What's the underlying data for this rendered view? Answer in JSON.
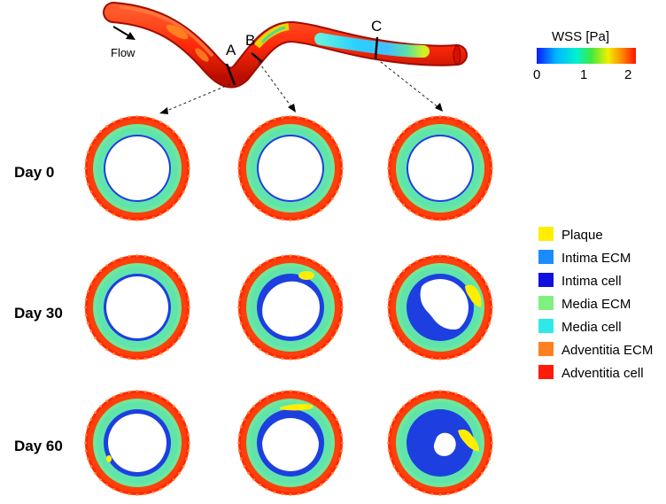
{
  "flow_label": "Flow",
  "sections": [
    "A",
    "B",
    "C"
  ],
  "wss": {
    "title": "WSS [Pa]",
    "ticks": [
      "0",
      "1",
      "2"
    ]
  },
  "rows": [
    {
      "label": "Day 0"
    },
    {
      "label": "Day 30"
    },
    {
      "label": "Day 60"
    }
  ],
  "legend": [
    {
      "label": "Plaque",
      "color": "#ffee00"
    },
    {
      "label": "Intima ECM",
      "color": "#1a8cff"
    },
    {
      "label": "Intima cell",
      "color": "#1010e0"
    },
    {
      "label": "Media ECM",
      "color": "#80f080"
    },
    {
      "label": "Media cell",
      "color": "#30e8e8"
    },
    {
      "label": "Adventitia ECM",
      "color": "#ff8020"
    },
    {
      "label": "Adventitia cell",
      "color": "#ff1a0a"
    }
  ],
  "colors": {
    "vessel": "#ff2a0a",
    "vessel_dark": "#c81000",
    "media": "#6ee89a",
    "intima": "#1d3fe0",
    "intima_ecm": "#1a8cff",
    "plaque": "#ffee00",
    "adventitia": "#ff2a0a",
    "lumen": "#ffffff"
  }
}
